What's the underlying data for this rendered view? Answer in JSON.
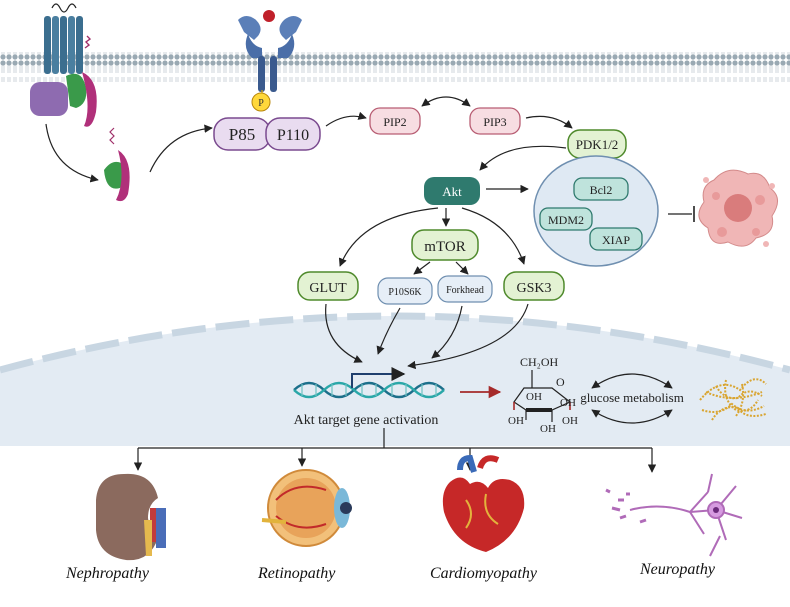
{
  "nodes": {
    "p85": "P85",
    "p110": "P110",
    "p": "P",
    "pip2": "PIP2",
    "pip3": "PIP3",
    "pdk": "PDK1/2",
    "akt": "Akt",
    "bcl2": "Bcl2",
    "mdm2": "MDM2",
    "xiap": "XIAP",
    "mtor": "mTOR",
    "glut": "GLUT",
    "p70s6k": "P10S6K",
    "forkhead": "Forkhead",
    "gsk3": "GSK3"
  },
  "nucleus": {
    "gene_label": "Akt target gene activation",
    "metabolism_label": "glucose metabolism",
    "glucose": {
      "ch2oh": "CH₂OH",
      "o": "O",
      "oh_upper_left": "OH",
      "oh_upper_right": "OH",
      "oh_lower_left": "OH",
      "oh_lower_mid": "OH",
      "oh_right": "OH"
    }
  },
  "complications": [
    {
      "label": "Nephropathy",
      "icon": "kidney-icon"
    },
    {
      "label": "Retinopathy",
      "icon": "eye-icon"
    },
    {
      "label": "Cardiomyopathy",
      "icon": "heart-icon"
    },
    {
      "label": "Neuropathy",
      "icon": "neuron-icon"
    }
  ],
  "colors": {
    "membrane": "#b8c4cc",
    "akt": "#2f7a6e",
    "pip_fill": "#f7dde2",
    "pip_stroke": "#b85d73",
    "pi3k_fill": "#e9dcf0",
    "pi3k_stroke": "#7a4a8f",
    "green_fill": "#e3f2d3",
    "green_stroke": "#4f8a2c",
    "blue_fill": "#e6eef7",
    "nucleus": "#e3ebf3",
    "inhibit_arrow": "#a52a2a"
  }
}
